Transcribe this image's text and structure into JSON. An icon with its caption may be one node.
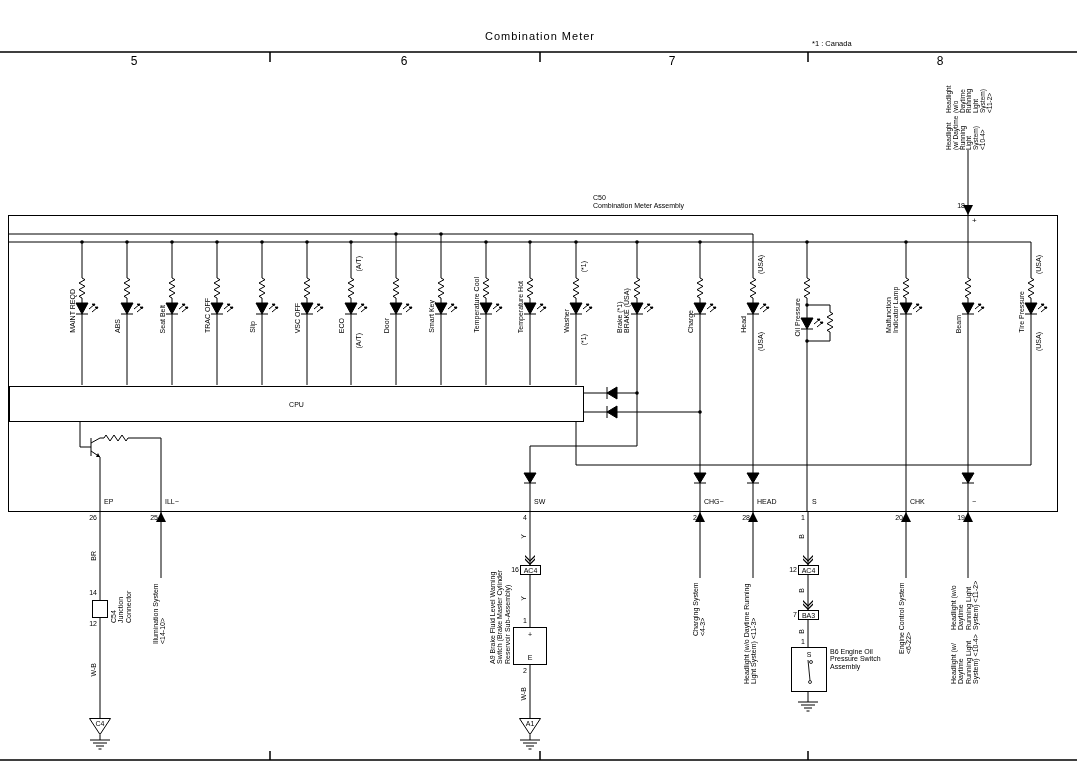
{
  "diagram": {
    "title": "Combination Meter",
    "nodes": [
      {
        "text": [
          "C50",
          "Combination Meter Assembly"
        ]
      },
      {
        "text": [
          "CPU"
        ],
        "in": 0
      },
      {
        "text": [
          "Headlight (w/ Daytime Running Light System) <10-4>",
          "Headlight (w/o Daytime Running Light System) <11-2>"
        ]
      },
      {
        "text": [],
        "shape": "box",
        "beside": [
          "C54 Junction Connector"
        ]
      },
      {
        "text": [
          "Illumination System <14-10>"
        ]
      },
      {
        "text": [
          "C4"
        ]
      },
      {
        "text": [
          "AC4"
        ],
        "beside": [
          "16"
        ]
      },
      {
        "text": [
          "+",
          "E"
        ],
        "beside": [
          "A9 Brake Fluid Level Warning Switch (Brake Master Cylinder Reservoir Sub-Assembly)"
        ]
      },
      {
        "text": [
          "A1"
        ]
      },
      {
        "text": [
          "Charging System <4-3>"
        ]
      },
      {
        "text": [
          "Headlight (w/o Daytime Running Light System) <11-3>"
        ]
      },
      {
        "text": [
          "AC4"
        ],
        "beside": [
          "12"
        ]
      },
      {
        "text": [
          "BA3"
        ],
        "beside": [
          "7"
        ]
      },
      {
        "text": [
          "S"
        ],
        "beside": [
          "B6 Engine Oil Pressure Switch Assembly"
        ]
      },
      {
        "text": [
          "Engine Control System <6-22>"
        ]
      },
      {
        "text": [
          "Headlight (w/ Daytime Running Light System) <10-4>",
          "Headlight (w/o Daytime Running Light System) <11-2>"
        ]
      }
    ],
    "edges": [
      {
        "from": 2,
        "to": 0,
        "arrow": "to"
      },
      {
        "from": 0,
        "to": 3,
        "arrow": "none",
        "label": "BR"
      },
      {
        "from": 3,
        "to": 5,
        "arrow": "none",
        "label": "W-B"
      },
      {
        "from": 4,
        "to": 0,
        "arrow": "to"
      },
      {
        "from": 0,
        "to": 6,
        "arrow": "to",
        "label": "Y"
      },
      {
        "from": 6,
        "to": 7,
        "arrow": "none",
        "label": "Y"
      },
      {
        "from": 7,
        "to": 8,
        "arrow": "none",
        "label": "W-B"
      },
      {
        "from": 9,
        "to": 0,
        "arrow": "to"
      },
      {
        "from": 10,
        "to": 0,
        "arrow": "to"
      },
      {
        "from": 0,
        "to": 11,
        "arrow": "to",
        "label": "B"
      },
      {
        "from": 11,
        "to": 12,
        "arrow": "to",
        "label": "B"
      },
      {
        "from": 12,
        "to": 13,
        "arrow": "none",
        "label": "B"
      },
      {
        "from": 14,
        "to": 0,
        "arrow": "to"
      },
      {
        "from": 15,
        "to": 0,
        "arrow": "to"
      }
    ],
    "labels": [
      "5",
      "6",
      "7",
      "8",
      "*1 : Canada",
      "MAINT REQD",
      "ABS",
      "Seat Belt",
      "TRAC OFF",
      "Slip",
      "VSC OFF",
      "ECO",
      "(A/T)",
      "(A/T)",
      "Door",
      "Smart Key",
      "Temperature Cool",
      "Temperature Hot",
      "Washer",
      "(*1)",
      "(*1)",
      "Brake (*1) BRAKE (USA)",
      "Charge",
      "Head",
      "(USA)",
      "(USA)",
      "Oil Pressure",
      "Malfunction Indicator Lamp",
      "Beam",
      "Tire Pressure",
      "(USA)",
      "(USA)",
      "+",
      "18",
      "EP",
      "ILL−",
      "SW",
      "CHG−",
      "HEAD",
      "S",
      "CHK",
      "−",
      "26",
      "25",
      "4",
      "2",
      "28",
      "1",
      "20",
      "19",
      "14",
      "12",
      "1",
      "2",
      "1"
    ]
  }
}
